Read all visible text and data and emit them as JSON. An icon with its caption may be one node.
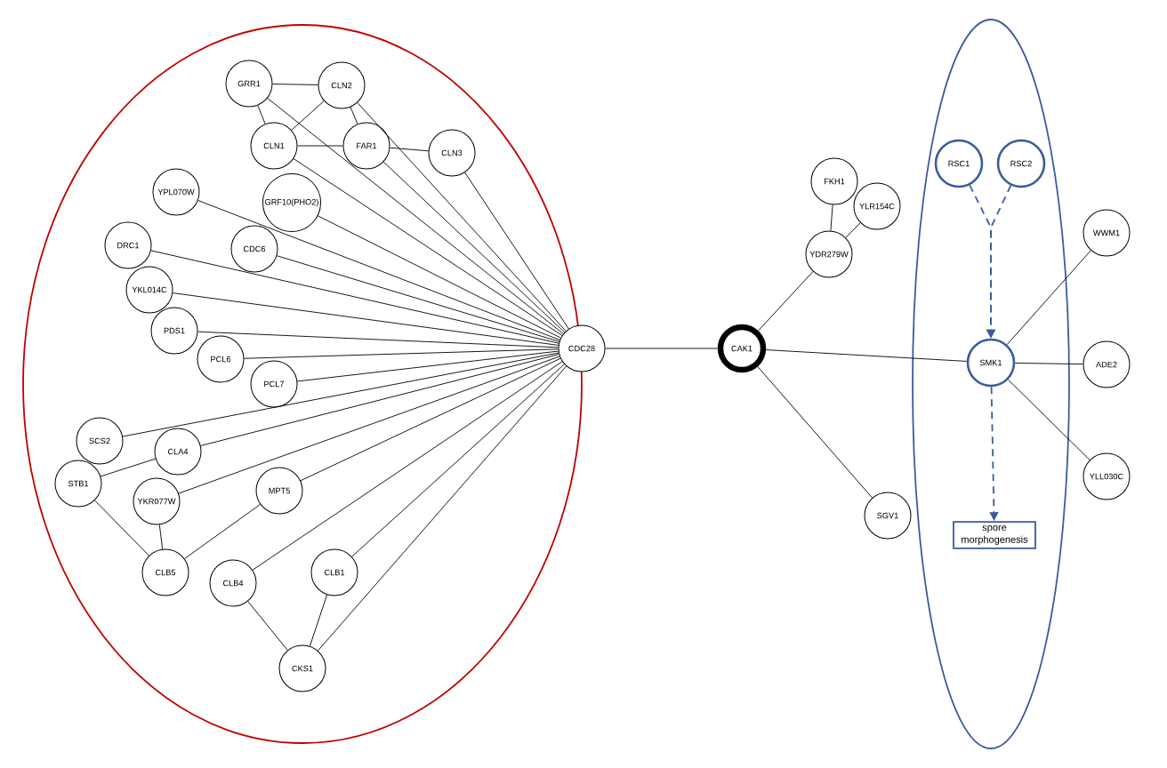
{
  "diagram": {
    "nodes": [
      {
        "text": [],
        "shape": "ellipse"
      },
      {
        "text": [
          "GRR1"
        ],
        "in": 0
      },
      {
        "text": [
          "CLN2"
        ],
        "in": 0
      },
      {
        "text": [
          "CLN1"
        ],
        "in": 0
      },
      {
        "text": [
          "FAR1"
        ],
        "in": 0
      },
      {
        "text": [
          "CLN3"
        ],
        "in": 0
      },
      {
        "text": [
          "YPL070W"
        ],
        "in": 0
      },
      {
        "text": [
          "GRF10(PHO2)"
        ],
        "in": 0
      },
      {
        "text": [
          "DRC1"
        ],
        "in": 0
      },
      {
        "text": [
          "CDC6"
        ],
        "in": 0
      },
      {
        "text": [
          "YKL014C"
        ],
        "in": 0
      },
      {
        "text": [
          "PDS1"
        ],
        "in": 0
      },
      {
        "text": [
          "PCL6"
        ],
        "in": 0
      },
      {
        "text": [
          "PCL7"
        ],
        "in": 0
      },
      {
        "text": [
          "SCS2"
        ],
        "in": 0
      },
      {
        "text": [
          "CLA4"
        ],
        "in": 0
      },
      {
        "text": [
          "STB1"
        ],
        "in": 0
      },
      {
        "text": [
          "YKR077W"
        ],
        "in": 0
      },
      {
        "text": [
          "MPT5"
        ],
        "in": 0
      },
      {
        "text": [
          "CLB5"
        ],
        "in": 0
      },
      {
        "text": [
          "CLB4"
        ],
        "in": 0
      },
      {
        "text": [
          "CLB1"
        ],
        "in": 0
      },
      {
        "text": [
          "CKS1"
        ],
        "in": 0
      },
      {
        "text": [
          "CDC28"
        ]
      },
      {
        "text": [
          "FKH1"
        ]
      },
      {
        "text": [
          "YLR154C"
        ]
      },
      {
        "text": [
          "YDR279W"
        ]
      },
      {
        "text": [
          "CAK1"
        ]
      },
      {
        "text": [
          "SGV1"
        ]
      },
      {
        "text": [],
        "shape": "ellipse"
      },
      {
        "text": [
          "RSC1"
        ],
        "in": 29
      },
      {
        "text": [
          "RSC2"
        ],
        "in": 29
      },
      {
        "text": [
          "SMK1"
        ],
        "in": 29
      },
      {
        "text": [
          "spore morphogenesis"
        ],
        "in": 29
      },
      {
        "text": [
          "WWM1"
        ]
      },
      {
        "text": [
          "ADE2"
        ]
      },
      {
        "text": [
          "YLL030C"
        ]
      }
    ],
    "edges": [
      {
        "from": 1,
        "to": 2,
        "arrow": "none"
      },
      {
        "from": 1,
        "to": 3,
        "arrow": "none"
      },
      {
        "from": 2,
        "to": 3,
        "arrow": "none"
      },
      {
        "from": 2,
        "to": 4,
        "arrow": "none"
      },
      {
        "from": 3,
        "to": 4,
        "arrow": "none"
      },
      {
        "from": 4,
        "to": 5,
        "arrow": "none"
      },
      {
        "from": 1,
        "to": 23,
        "arrow": "none"
      },
      {
        "from": 2,
        "to": 23,
        "arrow": "none"
      },
      {
        "from": 3,
        "to": 23,
        "arrow": "none"
      },
      {
        "from": 4,
        "to": 23,
        "arrow": "none"
      },
      {
        "from": 5,
        "to": 23,
        "arrow": "none"
      },
      {
        "from": 6,
        "to": 23,
        "arrow": "none"
      },
      {
        "from": 7,
        "to": 23,
        "arrow": "none"
      },
      {
        "from": 8,
        "to": 23,
        "arrow": "none"
      },
      {
        "from": 9,
        "to": 23,
        "arrow": "none"
      },
      {
        "from": 10,
        "to": 23,
        "arrow": "none"
      },
      {
        "from": 11,
        "to": 23,
        "arrow": "none"
      },
      {
        "from": 12,
        "to": 23,
        "arrow": "none"
      },
      {
        "from": 13,
        "to": 23,
        "arrow": "none"
      },
      {
        "from": 14,
        "to": 23,
        "arrow": "none"
      },
      {
        "from": 15,
        "to": 23,
        "arrow": "none"
      },
      {
        "from": 17,
        "to": 23,
        "arrow": "none"
      },
      {
        "from": 18,
        "to": 23,
        "arrow": "none"
      },
      {
        "from": 20,
        "to": 23,
        "arrow": "none"
      },
      {
        "from": 21,
        "to": 23,
        "arrow": "none"
      },
      {
        "from": 22,
        "to": 23,
        "arrow": "none"
      },
      {
        "from": 16,
        "to": 15,
        "arrow": "none"
      },
      {
        "from": 16,
        "to": 19,
        "arrow": "none"
      },
      {
        "from": 17,
        "to": 19,
        "arrow": "none"
      },
      {
        "from": 19,
        "to": 18,
        "arrow": "none"
      },
      {
        "from": 20,
        "to": 22,
        "arrow": "none"
      },
      {
        "from": 21,
        "to": 22,
        "arrow": "none"
      },
      {
        "from": 23,
        "to": 27,
        "arrow": "none"
      },
      {
        "from": 27,
        "to": 26,
        "arrow": "none"
      },
      {
        "from": 26,
        "to": 24,
        "arrow": "none"
      },
      {
        "from": 26,
        "to": 25,
        "arrow": "none"
      },
      {
        "from": 27,
        "to": 28,
        "arrow": "none"
      },
      {
        "from": 27,
        "to": 32,
        "arrow": "none"
      },
      {
        "from": 30,
        "to": 32,
        "arrow": "to",
        "style": "dashed",
        "color": "#3b5b9e"
      },
      {
        "from": 31,
        "to": 32,
        "arrow": "to",
        "style": "dashed",
        "color": "#3b5b9e"
      },
      {
        "from": 32,
        "to": 33,
        "arrow": "to",
        "style": "dashed",
        "color": "#3b5b9e"
      },
      {
        "from": 32,
        "to": 34,
        "arrow": "none"
      },
      {
        "from": 32,
        "to": 35,
        "arrow": "none"
      },
      {
        "from": 32,
        "to": 36,
        "arrow": "none"
      }
    ]
  }
}
